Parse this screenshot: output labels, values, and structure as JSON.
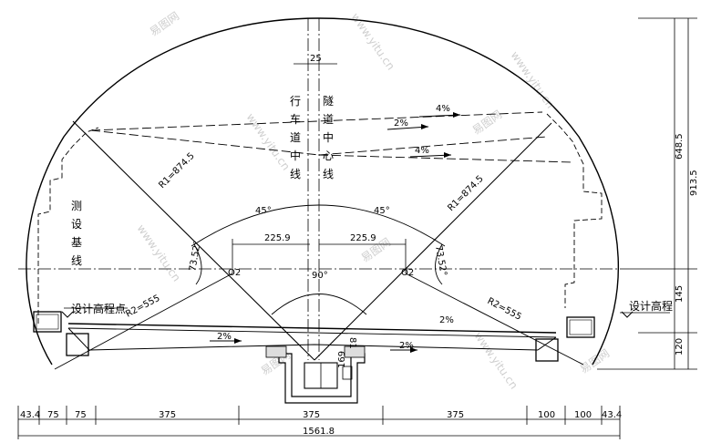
{
  "annotations": {
    "top_width": "25",
    "slope_1": "4%",
    "slope_2": "2%",
    "slope_3": "4%",
    "road_center_label": "行车道中线",
    "tunnel_center_label": "隧道中心线",
    "survey_baseline_label": "测设基线",
    "design_elev_point": "设计高程点",
    "design_elev": "设计高程",
    "angle_left": "45°",
    "angle_right": "45°",
    "angle_bottom": "90°",
    "angle_left_side": "73.52°",
    "angle_right_side": "73.52°",
    "radius_left": "R1=874.5",
    "radius_right": "R1=874.5",
    "radius_small_left": "R2=555",
    "radius_small_right": "R2=555",
    "center_left": "O2",
    "center_right": "O2",
    "half_width_left": "225.9",
    "half_width_right": "225.9",
    "slope_left_floor": "2%",
    "slope_right_floor": "2%",
    "slope_right_deck": "2%",
    "drain_width": "81",
    "drain_depth": "169"
  },
  "right_dims": {
    "upper": "648.5",
    "total": "913.5",
    "middle": "145",
    "lower": "120"
  },
  "bottom_dims": {
    "segments": [
      "43.4",
      "75",
      "75",
      "375",
      "375",
      "375",
      "100",
      "100",
      "43.4"
    ],
    "total": "1561.8"
  },
  "watermarks": [
    "易图网",
    "www.yitu.cn",
    "易图网",
    "www.yitu.cn",
    "易图网",
    "www.yitu.cn",
    "易图网",
    "www.yitu.cn",
    "易图网",
    "www.yitu.cn"
  ]
}
